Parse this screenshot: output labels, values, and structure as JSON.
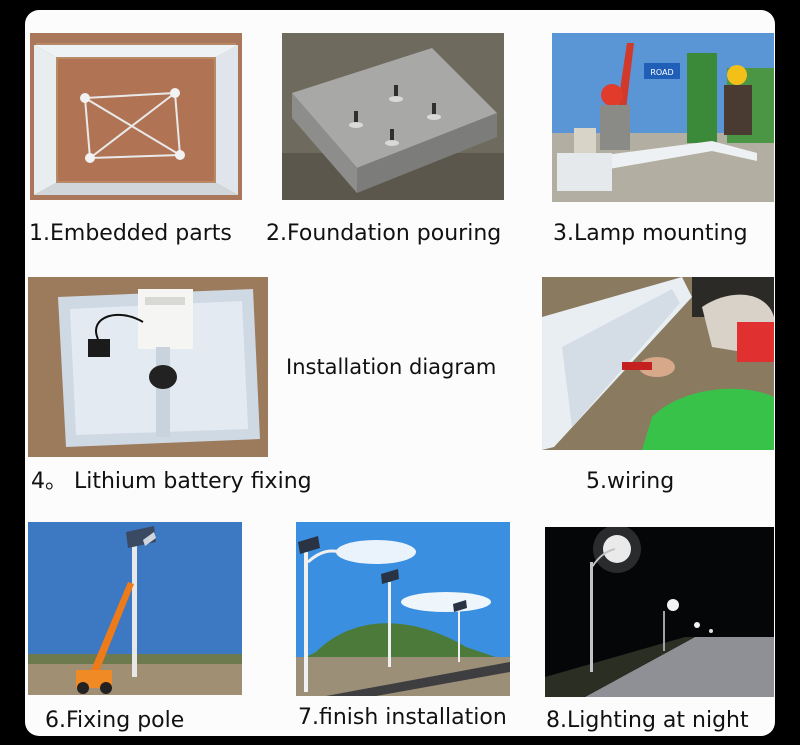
{
  "title": "Installation diagram",
  "steps": [
    {
      "label": "1.Embedded parts"
    },
    {
      "label": "2.Foundation pouring"
    },
    {
      "label": "3.Lamp mounting"
    },
    {
      "label": "4。 Lithium battery fixing"
    },
    {
      "label": "5.wiring"
    },
    {
      "label": "6.Fixing pole"
    },
    {
      "label": "7.finish installation"
    },
    {
      "label": "8.Lighting at night"
    }
  ],
  "road_sign_text": "ROAD"
}
